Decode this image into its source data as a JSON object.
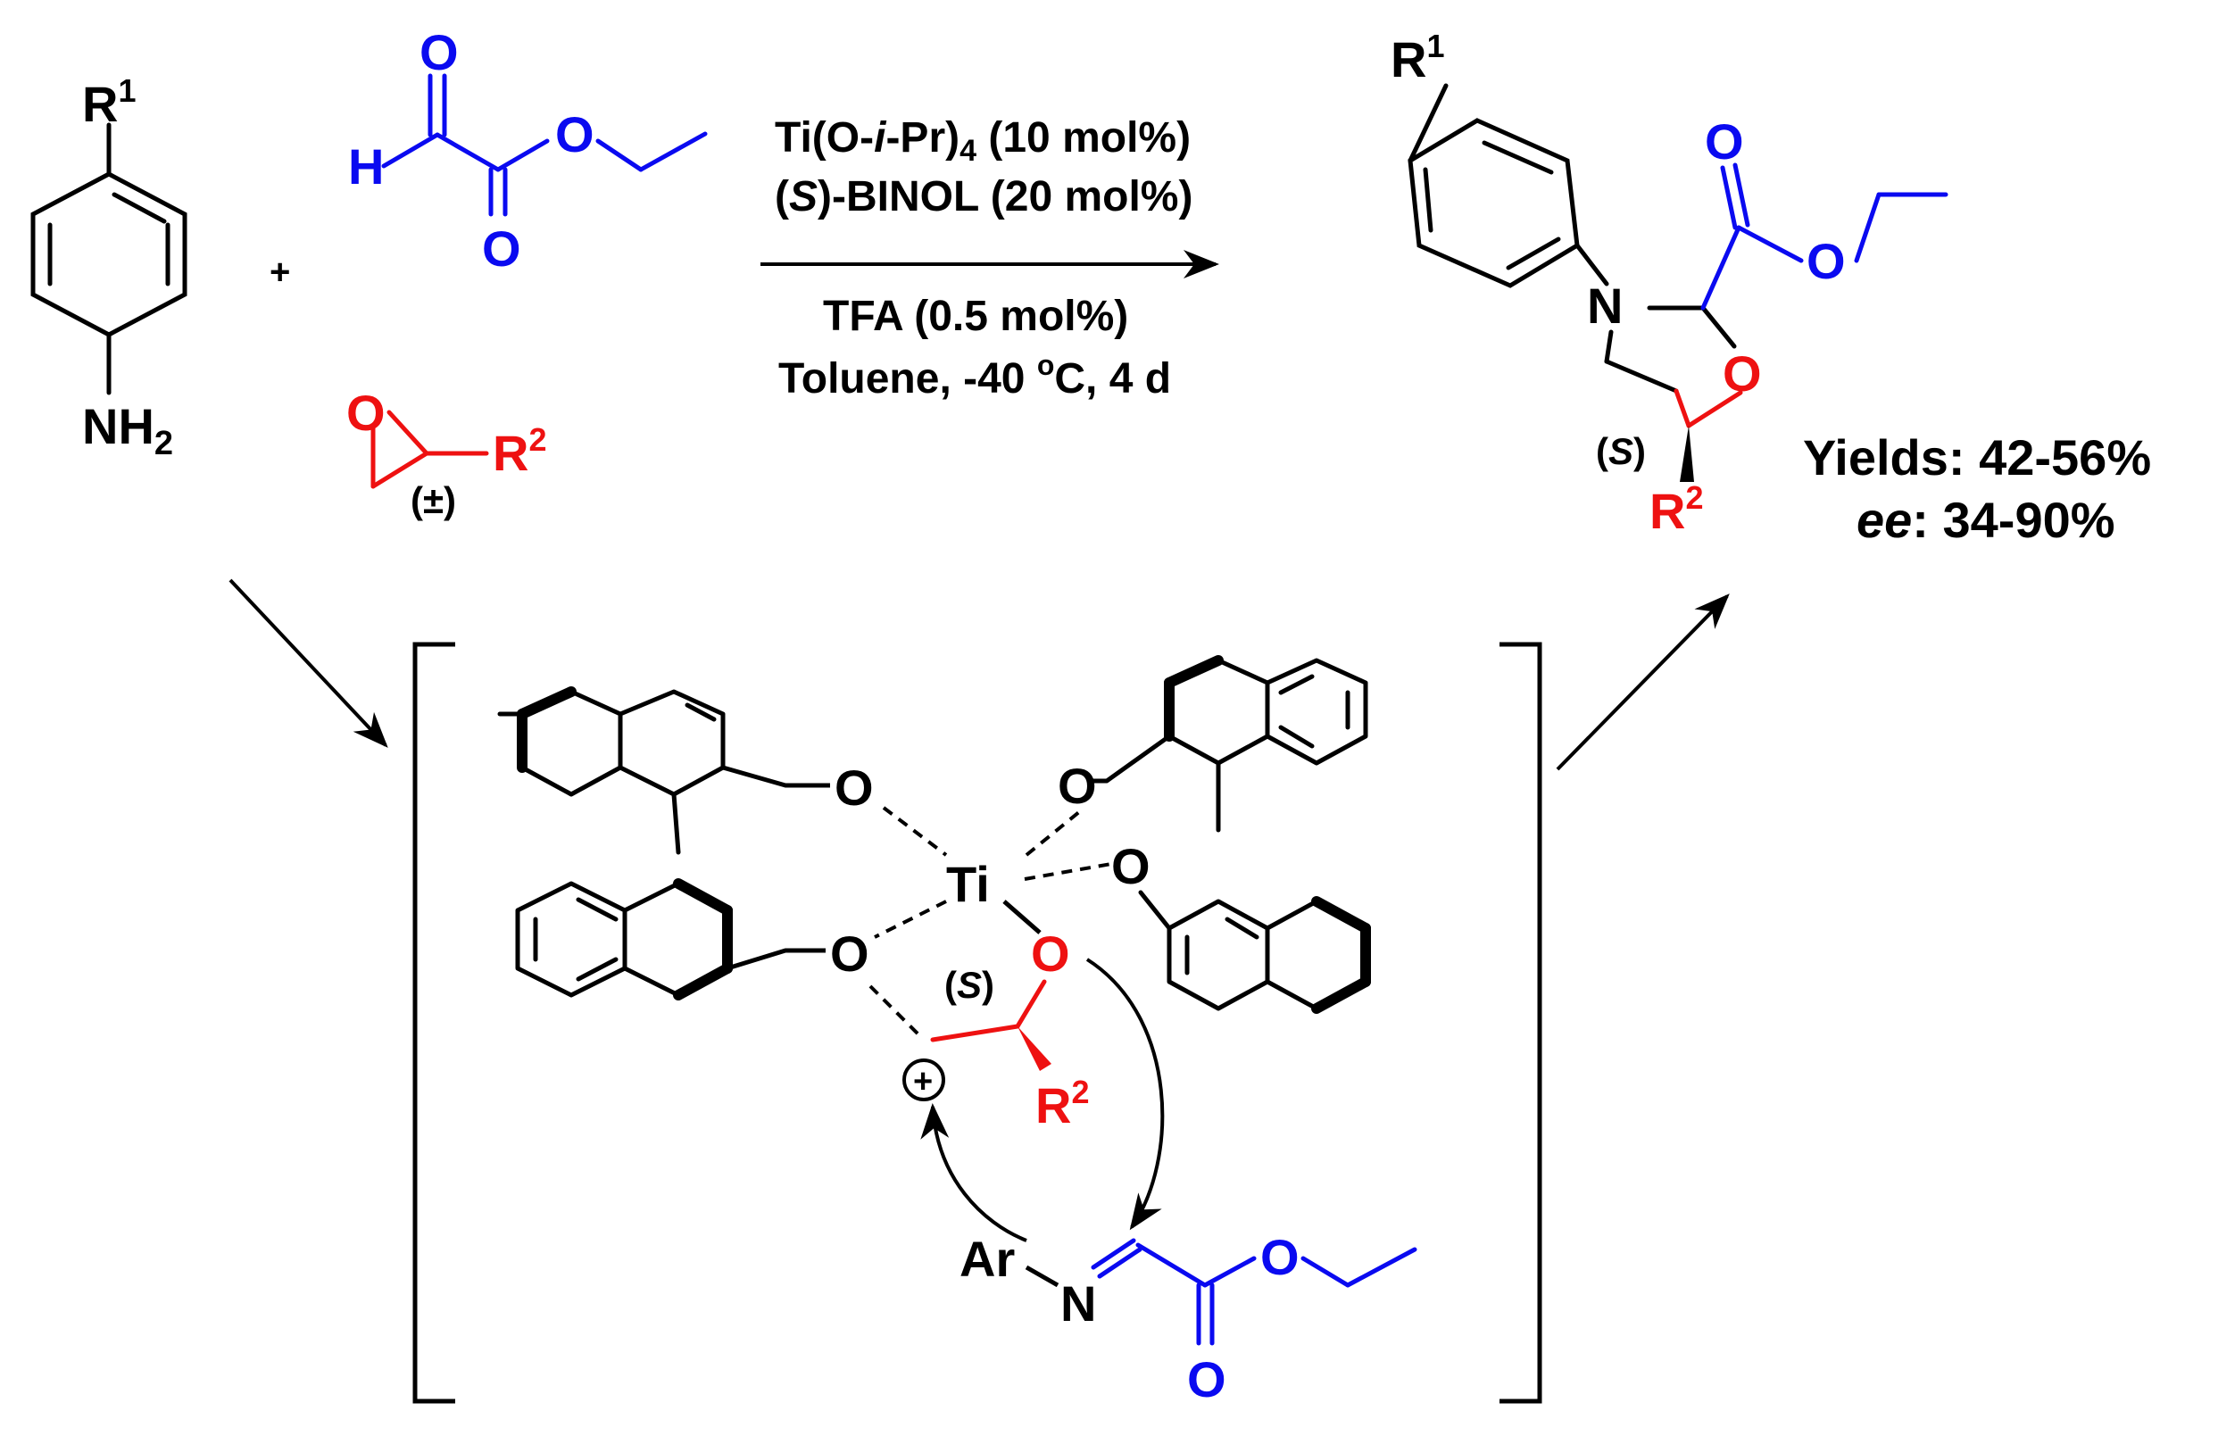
{
  "colors": {
    "black": "#000000",
    "blue": "#0a0af0",
    "red": "#ee1111"
  },
  "reactants": {
    "aniline": {
      "r1": "R",
      "r1_sup": "1",
      "nh": "NH",
      "nh_sub": "2"
    },
    "plus": "+",
    "glyoxylate": {
      "O_aldehyde": "O",
      "H": "H",
      "O_ester": "O",
      "O_carbonyl": "O"
    },
    "epoxide": {
      "O": "O",
      "r2": "R",
      "r2_sup": "2",
      "racemic": "(±)"
    }
  },
  "conditions": {
    "line1_a": "Ti(O-",
    "line1_i": "i",
    "line1_b": "-Pr)",
    "line1_sub": "4",
    "line1_c": " (10 mol%)",
    "line2_a": "(",
    "line2_s": "S",
    "line2_b": ")-BINOL (20 mol%)",
    "line3": "TFA (0.5 mol%)",
    "line4_a": "Toluene, -40 ",
    "line4_sup": "o",
    "line4_b": "C, 4 d"
  },
  "product": {
    "r1": "R",
    "r1_sup": "1",
    "N": "N",
    "O_ring": "O",
    "O_ester": "O",
    "O_carbonyl": "O",
    "r2": "R",
    "r2_sup": "2",
    "stereo_open": "(",
    "stereo_s": "S",
    "stereo_close": ")",
    "yields": "Yields: 42-56%",
    "ee_label": "ee",
    "ee_value": ": 34-90%"
  },
  "intermediate": {
    "Ti": "Ti",
    "O1": "O",
    "O2": "O",
    "O3": "O",
    "O4": "O",
    "O_epox": "O",
    "stereo_open": "(",
    "stereo_s": "S",
    "stereo_close": ")",
    "plus": "+",
    "r2": "R",
    "r2_sup": "2",
    "ar": "Ar",
    "N": "N",
    "O_ester": "O",
    "O_carbonyl": "O"
  }
}
